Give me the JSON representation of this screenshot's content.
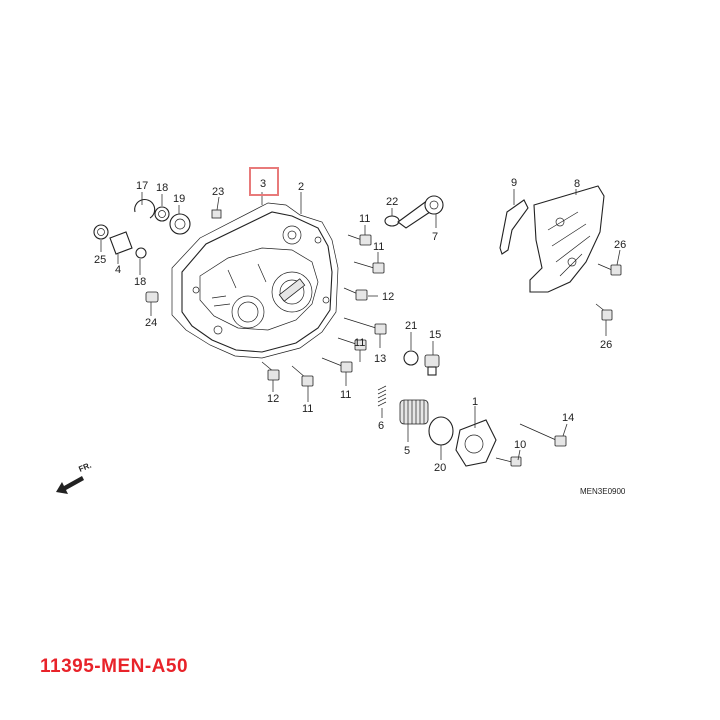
{
  "diagram": {
    "fr_label": "FR.",
    "drawing_code": "MEN3E0900",
    "highlight_color": "#e87a7a",
    "callouts": {
      "c1": "1",
      "c2": "2",
      "c3": "3",
      "c4": "4",
      "c5": "5",
      "c6": "6",
      "c7": "7",
      "c8": "8",
      "c9": "9",
      "c10": "10",
      "c11a": "11",
      "c11b": "11",
      "c11c": "11",
      "c11d": "11",
      "c11e": "11",
      "c12a": "12",
      "c12b": "12",
      "c13": "13",
      "c14": "14",
      "c15": "15",
      "c17": "17",
      "c18a": "18",
      "c18b": "18",
      "c19": "19",
      "c20": "20",
      "c21": "21",
      "c22": "22",
      "c23": "23",
      "c24": "24",
      "c25": "25",
      "c26a": "26",
      "c26b": "26"
    }
  },
  "footer": {
    "part_number": "11395-MEN-A50",
    "part_number_color": "#e8232a"
  }
}
